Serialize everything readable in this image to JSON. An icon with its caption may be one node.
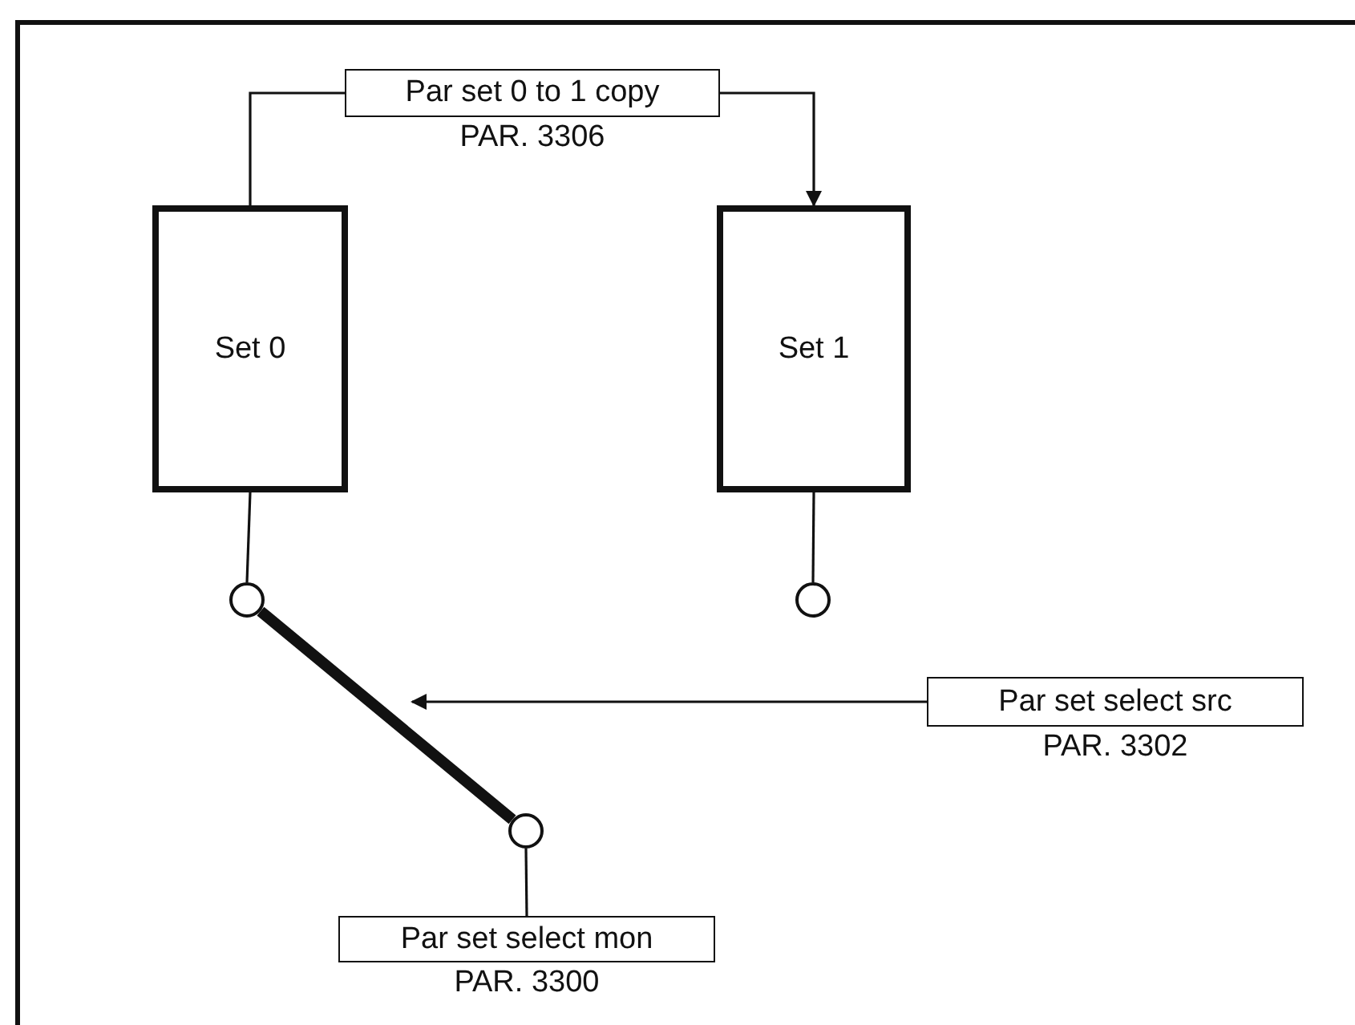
{
  "diagram": {
    "nodes": [
      {
        "text": [
          "Par set 0 to 1 copy"
        ],
        "beside": [
          "PAR. 3306"
        ]
      },
      {
        "text": [
          "Set 0"
        ]
      },
      {
        "text": [
          "Set 1"
        ]
      },
      {
        "text": [],
        "shape": "circle"
      },
      {
        "text": [],
        "shape": "circle"
      },
      {
        "text": [],
        "shape": "circle"
      },
      {
        "text": [
          "Par set select src"
        ],
        "beside": [
          "PAR. 3302"
        ]
      },
      {
        "text": [
          "Par set select mon"
        ],
        "beside": [
          "PAR. 3300"
        ]
      }
    ],
    "edges": [
      {
        "from": 1,
        "to": 0,
        "arrow": "none"
      },
      {
        "from": 0,
        "to": 2,
        "arrow": "to"
      },
      {
        "from": 1,
        "to": 3,
        "arrow": "none"
      },
      {
        "from": 2,
        "to": 4,
        "arrow": "none"
      },
      {
        "from": 3,
        "to": 5,
        "arrow": "none",
        "style": "thick"
      },
      {
        "from": 6,
        "to": null,
        "arrow": "to"
      },
      {
        "from": 5,
        "to": 7,
        "arrow": "none"
      }
    ]
  }
}
